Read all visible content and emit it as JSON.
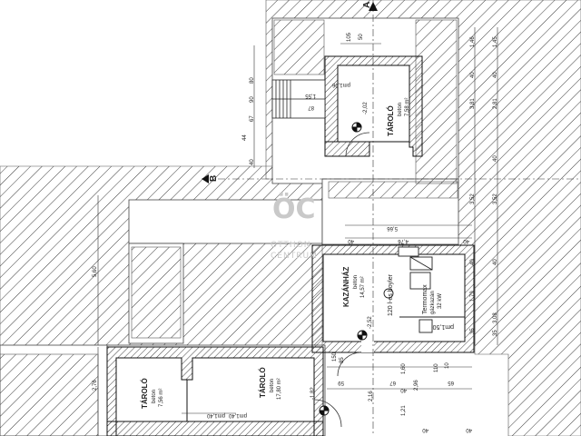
{
  "rooms": {
    "taroló_top": {
      "name": "TÁROLÓ",
      "material": "beton",
      "area": "7,58 m²",
      "level": "pm1,96",
      "elev": "-2,02"
    },
    "kazanhaz": {
      "name": "KAZÁNHÁZ",
      "material": "beton",
      "area": "14,57 m²",
      "level": "pm1,50",
      "elev": "-2,52",
      "boiler": "120 l-es boyler",
      "equip1": "Termomax",
      "equip2": "gázkazán",
      "equip3": "32 kW"
    },
    "taroló_left": {
      "name": "TÁROLÓ",
      "material": "beton",
      "area": "7,56 m²",
      "level": "pm1,40"
    },
    "taroló_mid": {
      "name": "TÁROLÓ",
      "material": "beton",
      "area": "17,80 m²",
      "level": "pm1,40",
      "elev": "-1,82"
    }
  },
  "section_marks": {
    "a": "A",
    "b": "B"
  },
  "watermark": {
    "logo": "ÖC",
    "line1": "OTTHON",
    "line2": "CENTRUM"
  },
  "dims": {
    "top_105": "105",
    "top_50": "50",
    "top_80": "80",
    "top_90": "90",
    "top_67": "67",
    "top_44": "44",
    "top_40": "40",
    "stair_155": "1,55",
    "stair_87": "87",
    "right_146": "1,46",
    "right_145": "1,45",
    "right_40a": "40",
    "right_40b": "40",
    "right_381": "3,81",
    "right_281": "2,81",
    "right_40c": "40",
    "right_352a": "3,52",
    "right_352b": "3,52",
    "right_40d": "40",
    "right_40e": "40",
    "right_179": "1,79",
    "right_308": "3,08",
    "right_35a": "35",
    "right_35b": "35",
    "h_566": "5,66",
    "h_476": "4,76",
    "h_40a": "40",
    "h_40b": "40",
    "left_560": "5,60",
    "left_276": "2,76",
    "b_150": "150",
    "b_85": "85",
    "b_59": "59",
    "b_216": "2,16",
    "b_110": "110",
    "b_160": "1,60",
    "b_40a": "40",
    "b_67": "67",
    "b_296": "2,96",
    "b_65": "65",
    "b_10": "10",
    "b_121": "1,21",
    "b_40b": "40",
    "b_40c": "40"
  }
}
